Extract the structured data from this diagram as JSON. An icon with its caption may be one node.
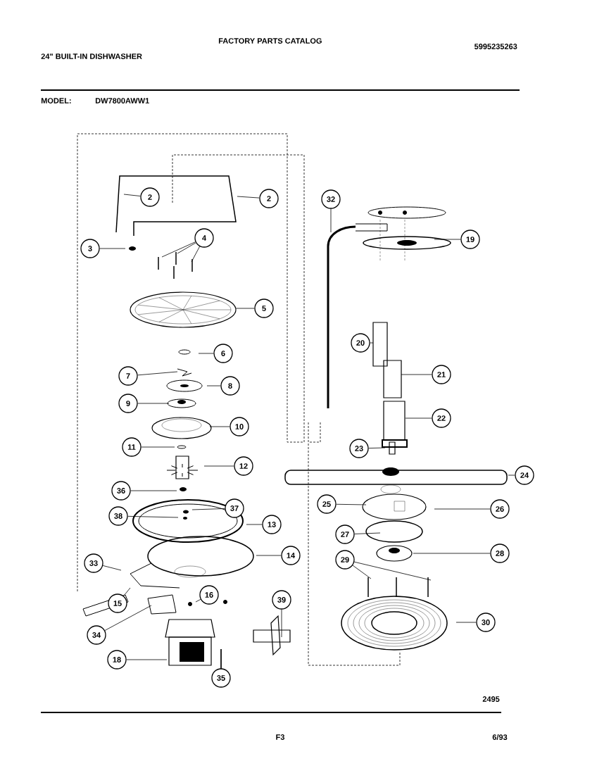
{
  "diagram": {
    "nodes": [
      {
        "text": [
          "2"
        ]
      },
      {
        "text": [
          "2"
        ]
      },
      {
        "text": [
          "32"
        ]
      },
      {
        "text": [
          "19"
        ]
      },
      {
        "text": [
          "4"
        ]
      },
      {
        "text": [
          "3"
        ]
      },
      {
        "text": [
          "5"
        ]
      },
      {
        "text": [
          "20"
        ]
      },
      {
        "text": [
          "6"
        ]
      },
      {
        "text": [
          "21"
        ]
      },
      {
        "text": [
          "7"
        ]
      },
      {
        "text": [
          "8"
        ]
      },
      {
        "text": [
          "9"
        ]
      },
      {
        "text": [
          "22"
        ]
      },
      {
        "text": [
          "10"
        ]
      },
      {
        "text": [
          "11"
        ]
      },
      {
        "text": [
          "23"
        ]
      },
      {
        "text": [
          "12"
        ]
      },
      {
        "text": [
          "24"
        ]
      },
      {
        "text": [
          "36"
        ]
      },
      {
        "text": [
          "25"
        ]
      },
      {
        "text": [
          "37"
        ]
      },
      {
        "text": [
          "26"
        ]
      },
      {
        "text": [
          "38"
        ]
      },
      {
        "text": [
          "13"
        ]
      },
      {
        "text": [
          "27"
        ]
      },
      {
        "text": [
          "28"
        ]
      },
      {
        "text": [
          "14"
        ]
      },
      {
        "text": [
          "29"
        ]
      },
      {
        "text": [
          "33"
        ]
      },
      {
        "text": [
          "16"
        ]
      },
      {
        "text": [
          "39"
        ]
      },
      {
        "text": [
          "15"
        ]
      },
      {
        "text": [
          "30"
        ]
      },
      {
        "text": [
          "34"
        ]
      },
      {
        "text": [
          "18"
        ]
      },
      {
        "text": [
          "35"
        ]
      }
    ],
    "edges": [
      {
        "from": 0,
        "to": null,
        "arrow": "none"
      },
      {
        "from": 1,
        "to": null,
        "arrow": "none"
      },
      {
        "from": 2,
        "to": null,
        "arrow": "none"
      },
      {
        "from": 3,
        "to": null,
        "arrow": "none"
      },
      {
        "from": 4,
        "to": null,
        "arrow": "none"
      },
      {
        "from": 4,
        "to": null,
        "arrow": "none"
      },
      {
        "from": 4,
        "to": null,
        "arrow": "none"
      },
      {
        "from": 5,
        "to": null,
        "arrow": "none"
      },
      {
        "from": 6,
        "to": null,
        "arrow": "none"
      },
      {
        "from": 7,
        "to": null,
        "arrow": "none"
      },
      {
        "from": 8,
        "to": null,
        "arrow": "none"
      },
      {
        "from": 9,
        "to": null,
        "arrow": "none"
      },
      {
        "from": 10,
        "to": null,
        "arrow": "none"
      },
      {
        "from": 11,
        "to": null,
        "arrow": "none"
      },
      {
        "from": 12,
        "to": null,
        "arrow": "none"
      },
      {
        "from": 13,
        "to": null,
        "arrow": "none"
      },
      {
        "from": 14,
        "to": null,
        "arrow": "none"
      },
      {
        "from": 15,
        "to": null,
        "arrow": "none"
      },
      {
        "from": 16,
        "to": null,
        "arrow": "none"
      },
      {
        "from": 17,
        "to": null,
        "arrow": "none"
      },
      {
        "from": 18,
        "to": null,
        "arrow": "none"
      },
      {
        "from": 19,
        "to": null,
        "arrow": "none"
      },
      {
        "from": 20,
        "to": null,
        "arrow": "none"
      },
      {
        "from": 21,
        "to": null,
        "arrow": "none"
      },
      {
        "from": 22,
        "to": null,
        "arrow": "none"
      },
      {
        "from": 23,
        "to": null,
        "arrow": "none"
      },
      {
        "from": 24,
        "to": null,
        "arrow": "none"
      },
      {
        "from": 25,
        "to": null,
        "arrow": "none"
      },
      {
        "from": 26,
        "to": null,
        "arrow": "none"
      },
      {
        "from": 27,
        "to": null,
        "arrow": "none"
      },
      {
        "from": 28,
        "to": null,
        "arrow": "none"
      },
      {
        "from": 28,
        "to": null,
        "arrow": "none"
      },
      {
        "from": 29,
        "to": null,
        "arrow": "none"
      },
      {
        "from": 30,
        "to": null,
        "arrow": "none"
      },
      {
        "from": 31,
        "to": null,
        "arrow": "none"
      },
      {
        "from": 32,
        "to": null,
        "arrow": "none"
      },
      {
        "from": 33,
        "to": null,
        "arrow": "none"
      },
      {
        "from": 34,
        "to": null,
        "arrow": "none"
      },
      {
        "from": 35,
        "to": null,
        "arrow": "none"
      },
      {
        "from": 36,
        "to": null,
        "arrow": "none"
      }
    ],
    "labels": [
      "24\" BUILT-IN DISHWASHER",
      "FACTORY PARTS CATALOG",
      "5995235263",
      "MODEL:",
      "DW7800AWW1",
      "2495",
      "F3",
      "6/93"
    ]
  }
}
